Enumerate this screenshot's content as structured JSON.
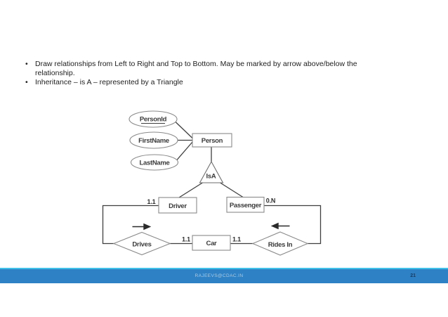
{
  "slide": {
    "bullets": [
      {
        "lines": [
          "Draw relationships from Left to Right and Top to Bottom. May be marked by arrow above/below the",
          "relationship."
        ]
      },
      {
        "lines": [
          "Inheritance – is A – represented by a Triangle"
        ]
      }
    ]
  },
  "diagram": {
    "type": "er-diagram",
    "attributes": [
      {
        "label": "PersonId",
        "key": true,
        "attached_to": "Person"
      },
      {
        "label": "FirstName",
        "key": false,
        "attached_to": "Person"
      },
      {
        "label": "LastName",
        "key": false,
        "attached_to": "Person"
      }
    ],
    "entities": {
      "person": "Person",
      "driver": "Driver",
      "passenger": "Passenger",
      "car": "Car"
    },
    "inheritance": {
      "label": "IsA",
      "parent": "Person",
      "children": [
        "Driver",
        "Passenger"
      ]
    },
    "relationships": {
      "drives": {
        "label": "Drives",
        "between": [
          "Driver",
          "Car"
        ],
        "arrow_direction": "right"
      },
      "rides_in": {
        "label": "Rides In",
        "between": [
          "Passenger",
          "Car"
        ],
        "arrow_direction": "left"
      }
    },
    "cardinalities": {
      "driver_side": "1.1",
      "passenger_side": "0.N",
      "car_drives_side": "1.1",
      "car_rides_side": "1.1"
    }
  },
  "footer": {
    "email": "RAJEEVS@CDAC.IN",
    "page_number": "21"
  },
  "colors": {
    "background": "#ffffff",
    "body_text": "#212121",
    "diagram_line": "#3f3f3f",
    "shape_border": "#8a8a8a",
    "diagram_text": "#3b3b3b",
    "footer_bar": "#2d81c4",
    "footer_accent": "#41c0ea",
    "footer_text": "#a9cde9",
    "page_number_text": "#1b3a5f"
  }
}
